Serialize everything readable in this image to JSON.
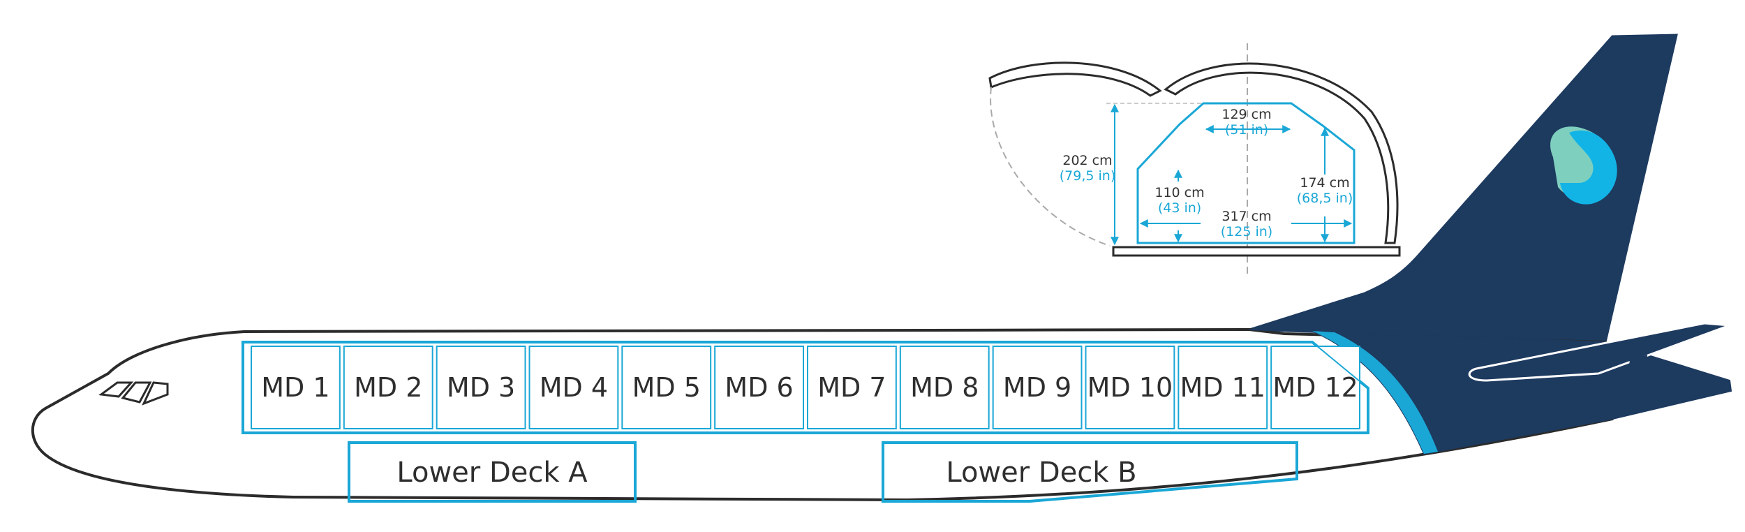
{
  "main_deck": {
    "positions": [
      "MD 1",
      "MD 2",
      "MD 3",
      "MD 4",
      "MD 5",
      "MD 6",
      "MD 7",
      "MD 8",
      "MD 9",
      "MD 10",
      "MD 11",
      "MD 12"
    ]
  },
  "lower_deck": {
    "a_label": "Lower Deck A",
    "b_label": "Lower Deck B"
  },
  "cross_section": {
    "top_width_cm": "129 cm",
    "top_width_in": "(51 in)",
    "total_height_cm": "202 cm",
    "total_height_in": "(79,5 in)",
    "side_height_cm": "110 cm",
    "side_height_in": "(43 in)",
    "door_height_cm": "174 cm",
    "door_height_in": "(68,5 in)",
    "floor_width_cm": "317 cm",
    "floor_width_in": "(125 in)"
  },
  "colors": {
    "accent": "#1aa7d6",
    "tail": "#1d3a5f",
    "outline": "#2b2b2b",
    "logo_mint": "#7fcfbf"
  }
}
